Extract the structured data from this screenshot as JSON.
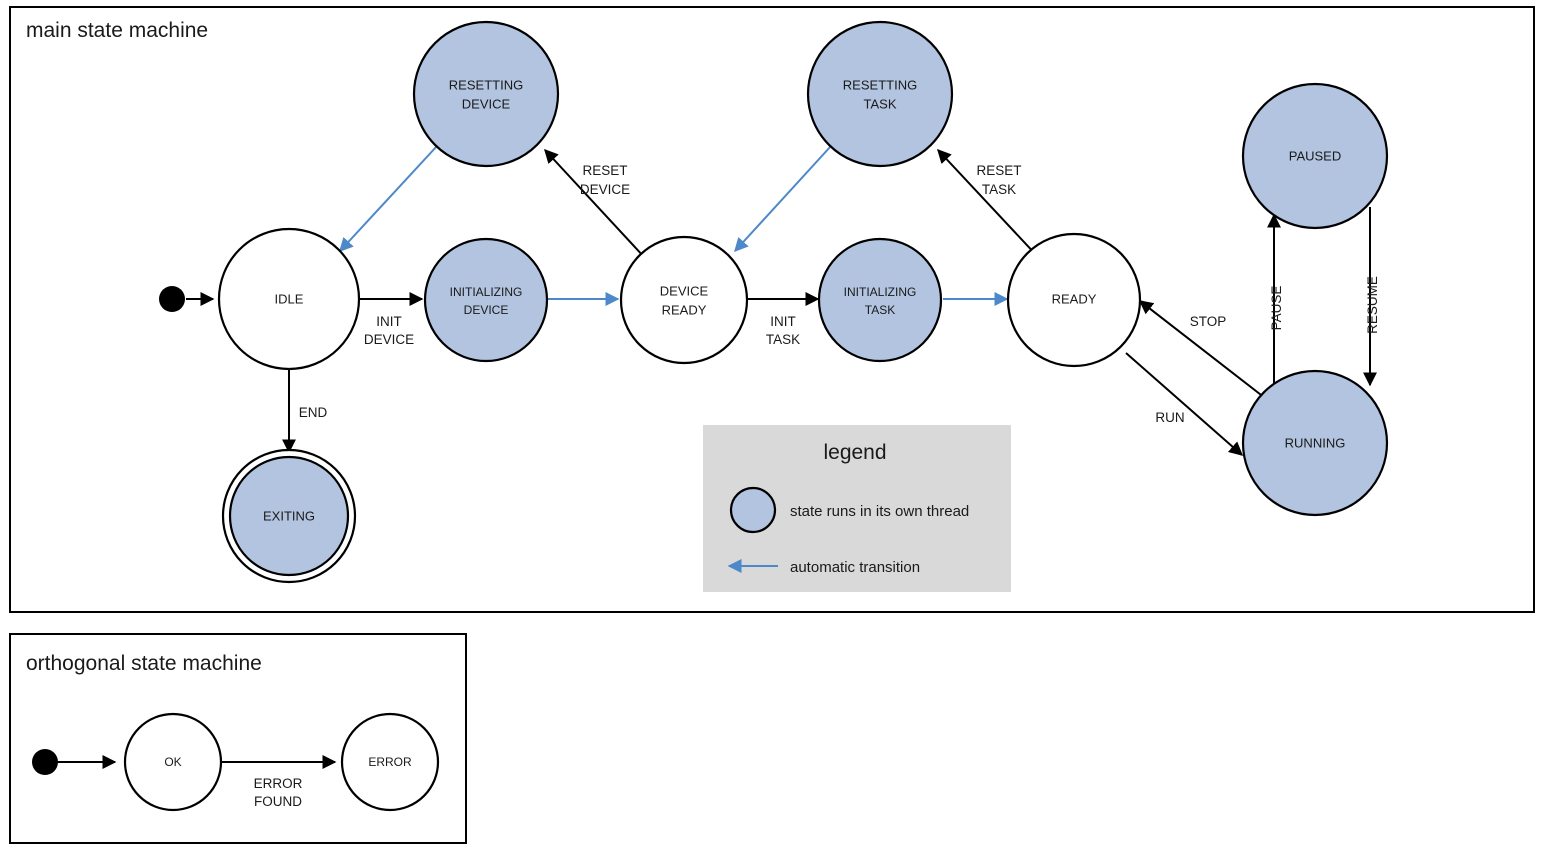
{
  "colors": {
    "thread_state_fill": "#b2c4e0",
    "plain_state_fill": "#ffffff",
    "stroke": "#000000",
    "auto_transition": "#4d88c8",
    "legend_background": "#d9d9d9",
    "page_background": "#ffffff"
  },
  "main": {
    "title": "main state machine",
    "states": {
      "idle": "IDLE",
      "resetting_device": "RESETTING\nDEVICE",
      "resetting_device_line1": "RESETTING",
      "resetting_device_line2": "DEVICE",
      "initializing_device_line1": "INITIALIZING",
      "initializing_device_line2": "DEVICE",
      "device_ready_line1": "DEVICE",
      "device_ready_line2": "READY",
      "resetting_task_line1": "RESETTING",
      "resetting_task_line2": "TASK",
      "initializing_task_line1": "INITIALIZING",
      "initializing_task_line2": "TASK",
      "ready": "READY",
      "paused": "PAUSED",
      "running": "RUNNING",
      "exiting": "EXITING"
    },
    "transitions": {
      "init_device_line1": "INIT",
      "init_device_line2": "DEVICE",
      "reset_device_line1": "RESET",
      "reset_device_line2": "DEVICE",
      "init_task_line1": "INIT",
      "init_task_line2": "TASK",
      "reset_task_line1": "RESET",
      "reset_task_line2": "TASK",
      "end": "END",
      "run": "RUN",
      "stop": "STOP",
      "pause": "PAUSE",
      "resume": "RESUME"
    }
  },
  "legend": {
    "title": "legend",
    "thread_text": "state runs in its own thread",
    "auto_text": "automatic transition"
  },
  "orthogonal": {
    "title": "orthogonal state machine",
    "states": {
      "ok": "OK",
      "error": "ERROR"
    },
    "transitions": {
      "error_found_line1": "ERROR",
      "error_found_line2": "FOUND"
    }
  }
}
